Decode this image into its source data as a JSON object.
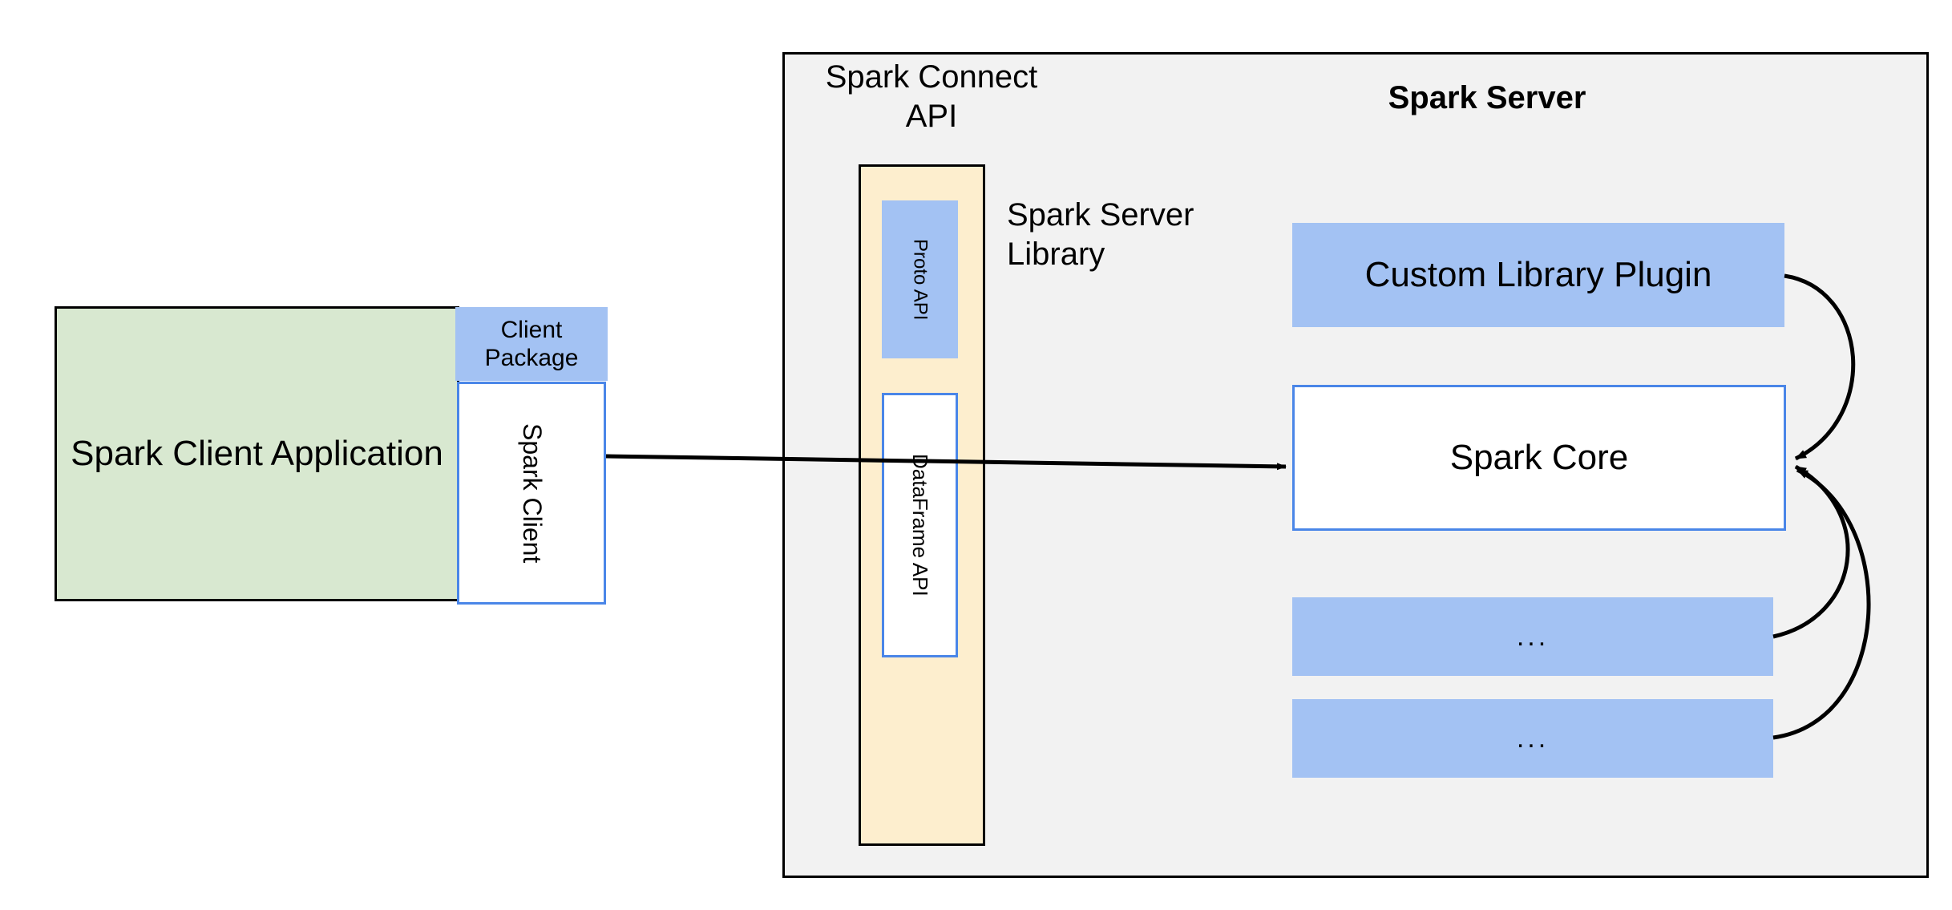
{
  "diagram": {
    "title": "Spark Connect architecture",
    "colors": {
      "client_app_fill": "#D8E8D0",
      "blue_fill": "#A3C2F3",
      "blue_border": "#4A86E8",
      "server_bg": "#F2F2F2",
      "connect_column_fill": "#FDEECE",
      "stroke": "#000000",
      "white_fill": "#FFFFFF"
    }
  },
  "client": {
    "application_label": "Spark Client\nApplication",
    "package_label": "Client\nPackage",
    "client_label": "Spark Client"
  },
  "server": {
    "connect_api_label": "Spark Connect\nAPI",
    "title": "Spark Server",
    "server_library_label": "Spark Server\nLibrary",
    "connect_column": {
      "proto_api_label": "Proto API",
      "dataframe_api_label": "DataFrame API"
    },
    "stack": [
      {
        "id": "custom-library-plugin",
        "label": "Custom Library Plugin",
        "style": "blue"
      },
      {
        "id": "spark-core",
        "label": "Spark Core",
        "style": "white-outlined"
      },
      {
        "id": "ellipsis-1",
        "label": "...",
        "style": "blue"
      },
      {
        "id": "ellipsis-2",
        "label": "...",
        "style": "blue"
      }
    ]
  },
  "connections": [
    {
      "from": "spark-client",
      "to": "spark-core",
      "type": "straight-arrow"
    },
    {
      "from": "custom-library-plugin",
      "to": "spark-core",
      "type": "curved-arrow"
    },
    {
      "from": "ellipsis-1",
      "to": "spark-core",
      "type": "curved-arrow"
    },
    {
      "from": "ellipsis-2",
      "to": "spark-core",
      "type": "curved-arrow"
    }
  ]
}
